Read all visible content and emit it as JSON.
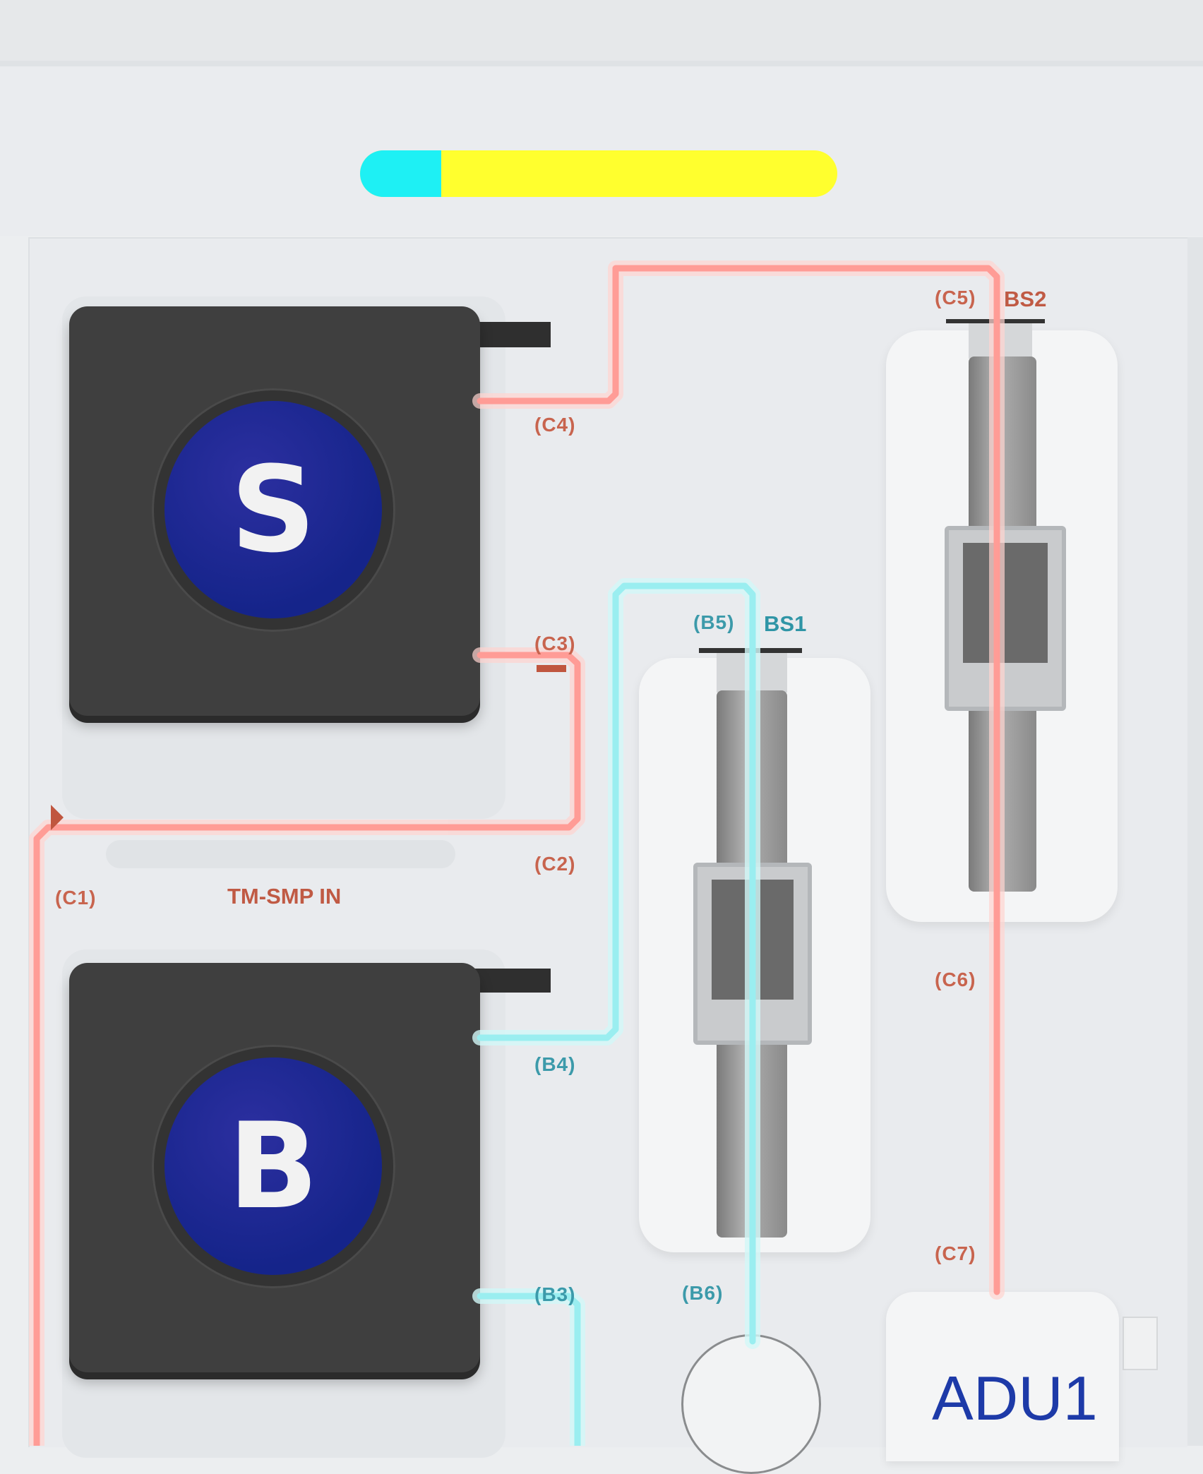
{
  "progress": {
    "value": 0.17
  },
  "pumps": {
    "sample": {
      "letter": "S"
    },
    "buffer": {
      "letter": "B"
    }
  },
  "labels": {
    "tm_smp_in": "TM-SMP IN",
    "bs1": "BS1",
    "bs2": "BS2",
    "adu1": "ADU1"
  },
  "nodes": {
    "c1": "(C1)",
    "c2": "(C2)",
    "c3": "(C3)",
    "c4": "(C4)",
    "c5": "(C5)",
    "c6": "(C6)",
    "c7": "(C7)",
    "b3": "(B3)",
    "b4": "(B4)",
    "b5": "(B5)",
    "b6": "(B6)"
  },
  "colors": {
    "progress_fill": "#1ef0f4",
    "progress_track": "#ffff2e",
    "sample_line": "#ffa09a",
    "buffer_line": "#a8f0f2",
    "pump_disc": "#1a2a94",
    "adu_text": "#1d3aa8"
  }
}
